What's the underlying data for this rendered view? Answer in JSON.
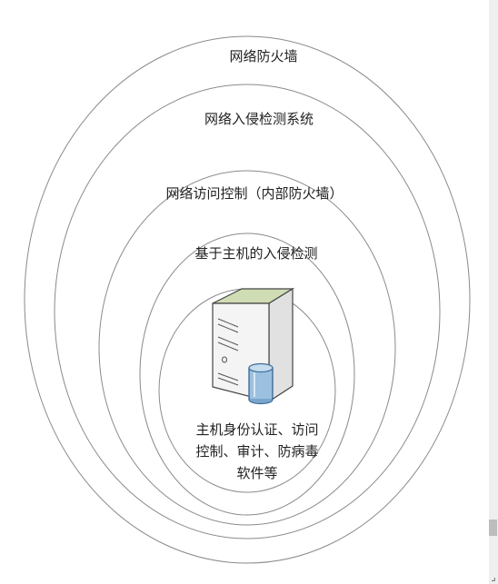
{
  "layers": [
    {
      "id": "l1",
      "label": "网络防火墙"
    },
    {
      "id": "l2",
      "label": "网络入侵检测系统"
    },
    {
      "id": "l3",
      "label": "网络访问控制（内部防火墙）"
    },
    {
      "id": "l4",
      "label": "基于主机的入侵检测"
    },
    {
      "id": "l5",
      "label_lines": [
        "主机身份认证、访问",
        "控制、审计、防病毒",
        "软件等"
      ]
    }
  ],
  "colors": {
    "ring_stroke": "#8a8a8a",
    "server_top": "#cfdcb4",
    "server_body": "#e9e9e9",
    "cylinder_blue": "#8fb6d8"
  },
  "icons": [
    "server-icon",
    "database-icon"
  ]
}
